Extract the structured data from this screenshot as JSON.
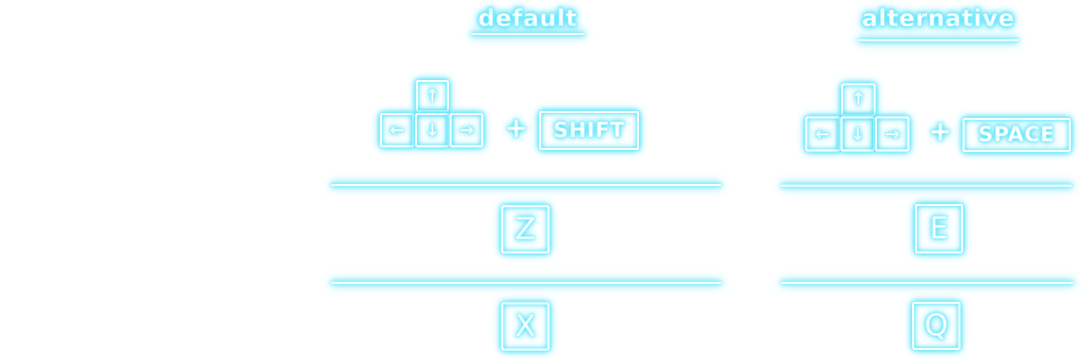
{
  "columns": {
    "default": {
      "title": "default",
      "move_keys": {
        "up": "↑",
        "left": "←",
        "down": "↓",
        "right": "→"
      },
      "plus": "+",
      "modifier_key": "SHIFT",
      "action_key_1": "Z",
      "action_key_2": "X"
    },
    "alternative": {
      "title": "alternative",
      "move_keys": {
        "up": "↑",
        "left": "←",
        "down": "↓",
        "right": "→"
      },
      "plus": "+",
      "modifier_key": "SPACE",
      "action_key_1": "E",
      "action_key_2": "Q"
    }
  },
  "colors": {
    "background": "#ffffff",
    "neon_core": "#f6ffff",
    "neon_glow": "#2fd8f5"
  }
}
